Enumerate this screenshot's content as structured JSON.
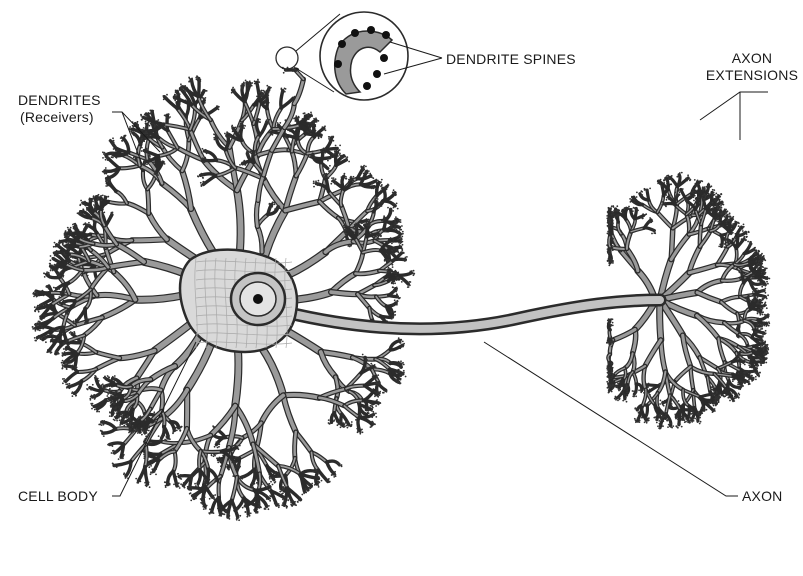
{
  "labels": {
    "dendrites": "DENDRITES",
    "dendrites_sub": "(Receivers)",
    "dendrite_spines": "DENDRITE SPINES",
    "axon_extensions_line1": "AXON",
    "axon_extensions_line2": "EXTENSIONS",
    "cell_body": "CELL BODY",
    "axon": "AXON"
  },
  "colors": {
    "outline": "#2b2b2b",
    "membrane_fill": "#b8b8b8",
    "cell_body_fill": "#d9d9d9",
    "nucleus_fill": "#c4c4c4",
    "nucleolus": "#111111",
    "background": "#ffffff"
  }
}
